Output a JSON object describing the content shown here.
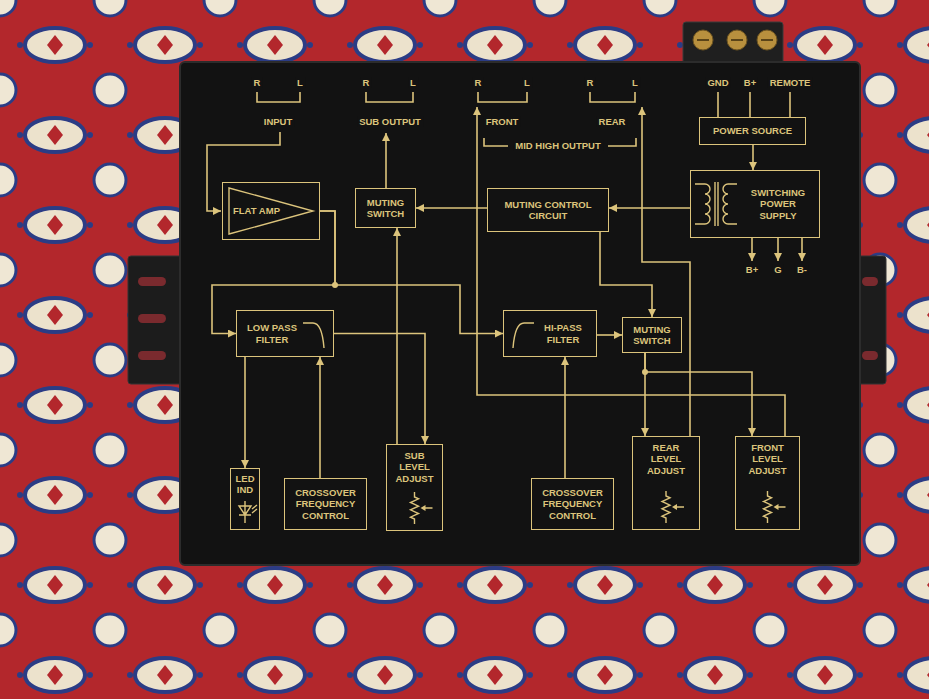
{
  "diagram": {
    "nodes": [
      {
        "text": [
          "FLAT AMP"
        ]
      },
      {
        "text": [
          "MUTING SWITCH"
        ]
      },
      {
        "text": [
          "MUTING CONTROL CIRCUIT"
        ]
      },
      {
        "text": [
          "SWITCHING POWER SUPPLY"
        ]
      },
      {
        "text": [
          "POWER SOURCE"
        ]
      },
      {
        "text": [
          "LOW PASS FILTER"
        ]
      },
      {
        "text": [
          "HI-PASS FILTER"
        ]
      },
      {
        "text": [
          "MUTING SWITCH"
        ]
      },
      {
        "text": [
          "LED IND"
        ]
      },
      {
        "text": [
          "CROSSOVER FREQUENCY CONTROL"
        ]
      },
      {
        "text": [
          "SUB LEVEL ADJUST"
        ]
      },
      {
        "text": [
          "CROSSOVER FREQUENCY CONTROL"
        ]
      },
      {
        "text": [
          "REAR LEVEL ADJUST"
        ]
      },
      {
        "text": [
          "FRONT LEVEL ADJUST"
        ]
      }
    ],
    "edges": [
      {
        "from": 0,
        "to": 5,
        "arrow": "to"
      },
      {
        "from": 0,
        "to": 6,
        "arrow": "to"
      },
      {
        "from": 5,
        "to": 10,
        "arrow": "to"
      },
      {
        "from": 10,
        "to": 1,
        "arrow": "to"
      },
      {
        "from": 5,
        "to": 8,
        "arrow": "to"
      },
      {
        "from": 9,
        "to": 5,
        "arrow": "to"
      },
      {
        "from": 11,
        "to": 6,
        "arrow": "to"
      },
      {
        "from": 6,
        "to": 7,
        "arrow": "to"
      },
      {
        "from": 7,
        "to": 12,
        "arrow": "to"
      },
      {
        "from": 7,
        "to": 13,
        "arrow": "to"
      },
      {
        "from": 2,
        "to": 1,
        "arrow": "to"
      },
      {
        "from": 3,
        "to": 2,
        "arrow": "to"
      },
      {
        "from": 2,
        "to": 7,
        "arrow": "to"
      },
      {
        "from": 4,
        "to": 3,
        "arrow": "to"
      }
    ],
    "labels": [
      "R",
      "L",
      "R",
      "L",
      "R",
      "L",
      "R",
      "L",
      "INPUT",
      "SUB OUTPUT",
      "FRONT",
      "REAR",
      "MID HIGH OUTPUT",
      "GND",
      "B+",
      "REMOTE",
      "B+",
      "G",
      "B-"
    ]
  }
}
